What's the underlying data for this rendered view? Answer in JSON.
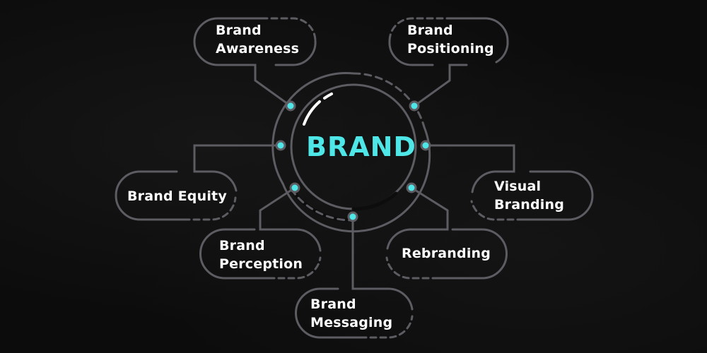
{
  "center": {
    "label": "BRAND"
  },
  "nodes": [
    {
      "id": "brand-awareness",
      "line1": "Brand",
      "line2": "Awareness"
    },
    {
      "id": "brand-positioning",
      "line1": "Brand",
      "line2": "Positioning"
    },
    {
      "id": "brand-equity",
      "line1": "Brand Equity"
    },
    {
      "id": "visual-branding",
      "line1": "Visual",
      "line2": "Branding"
    },
    {
      "id": "brand-perception",
      "line1": "Brand",
      "line2": "Perception"
    },
    {
      "id": "rebranding",
      "line1": "Rebranding"
    },
    {
      "id": "brand-messaging",
      "line1": "Brand",
      "line2": "Messaging"
    }
  ],
  "colors": {
    "background": "#0d0d0d",
    "line": "#5c5c62",
    "accent": "#4ee6e6",
    "text": "#ffffff"
  }
}
